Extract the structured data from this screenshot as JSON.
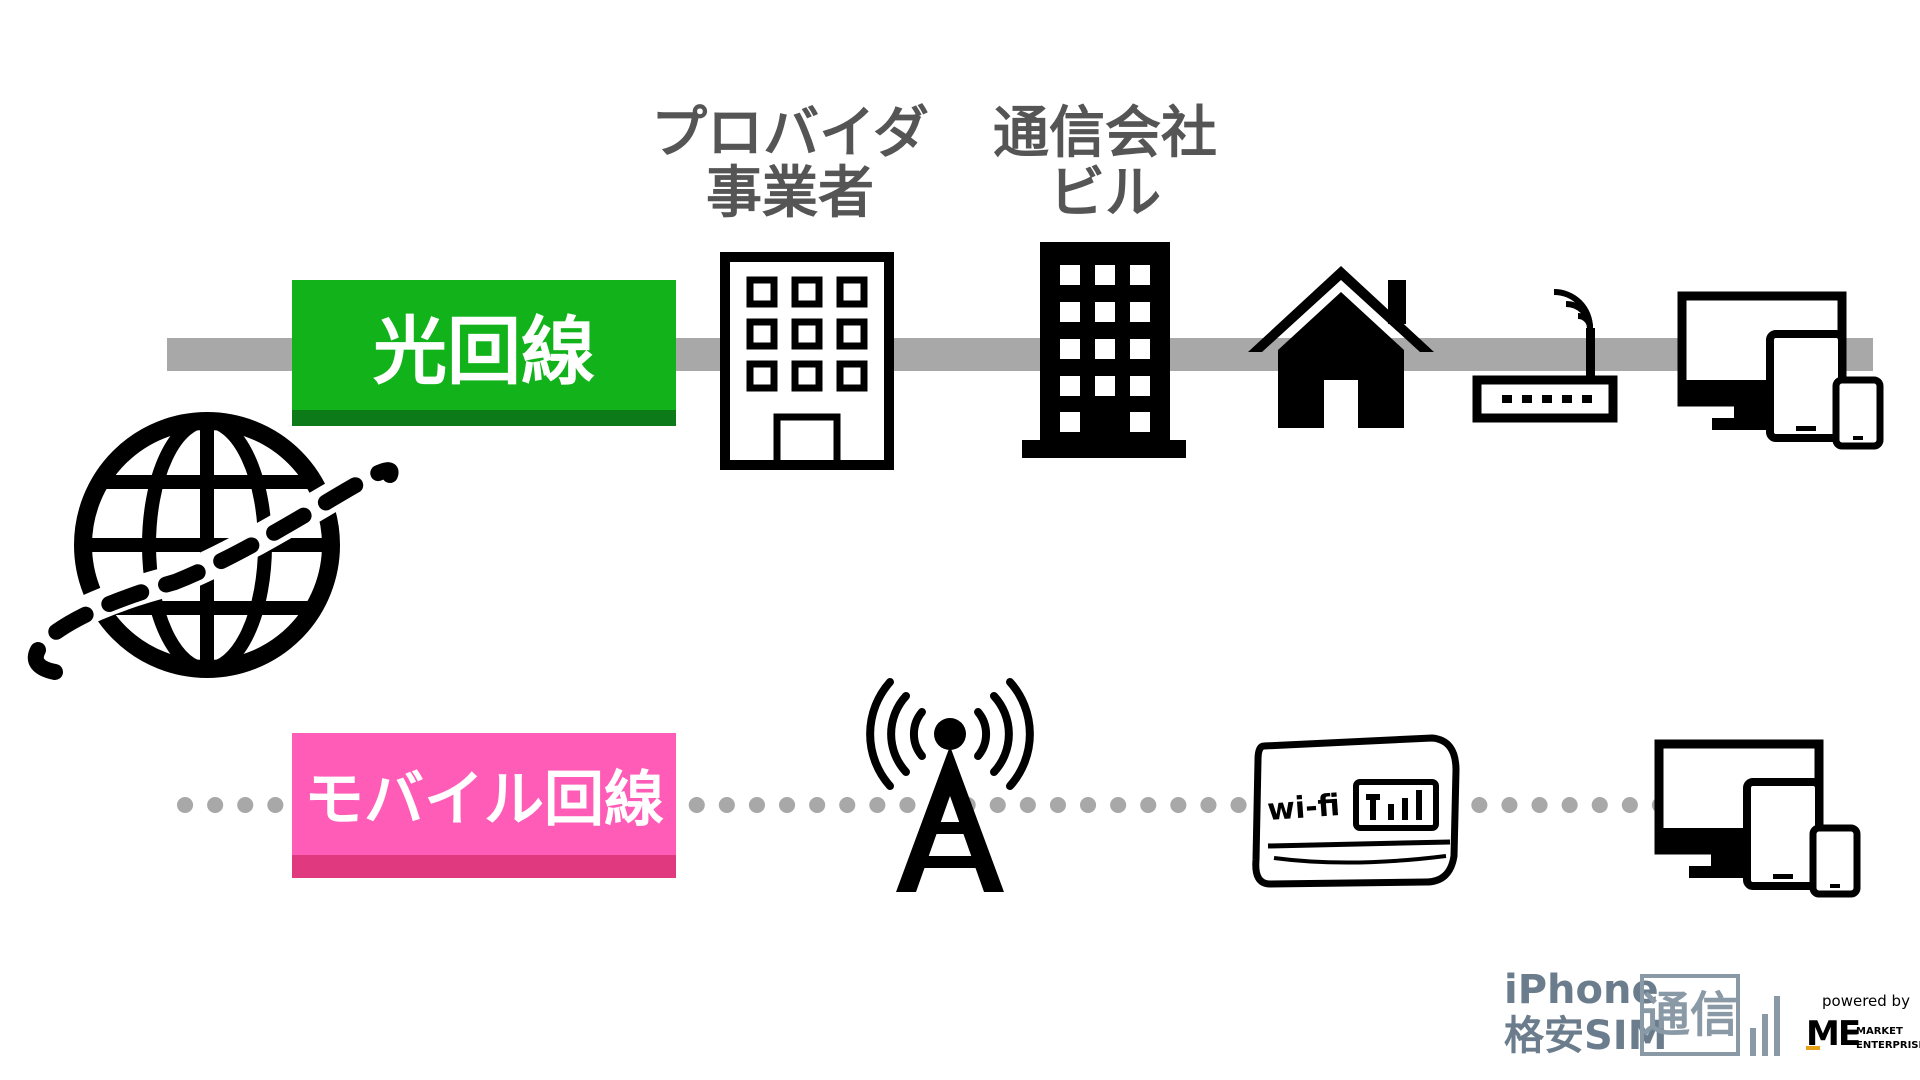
{
  "labels": {
    "provider_line1": "プロバイダ",
    "provider_line2": "事業者",
    "carrier_line1": "通信会社",
    "carrier_line2": "ビル",
    "fiber_line": "光回線",
    "mobile_line": "モバイル回線",
    "wifi_text": "wi-fi"
  },
  "logo": {
    "iphone": "iPhone",
    "kakuyasu": "格安SIM",
    "tsushin": "通信",
    "powered_by": "powered by",
    "me_mark": "ME",
    "market": "MARKET",
    "enterprise": "ENTERPRISE"
  },
  "colors": {
    "fiber_green": "#12b31a",
    "fiber_green_dark": "#0d7a1a",
    "mobile_pink": "#ff5cb8",
    "mobile_pink_dark": "#e0397f",
    "line_gray": "#a8a8a8",
    "dot_gray": "#a8a8a8",
    "icon_black": "#000000",
    "logo_blue": "#6b7d8c"
  },
  "icons": [
    "globe-icon",
    "office-building-icon",
    "carrier-building-icon",
    "house-icon",
    "router-icon",
    "devices-icon",
    "antenna-tower-icon",
    "wifi-router-icon"
  ]
}
